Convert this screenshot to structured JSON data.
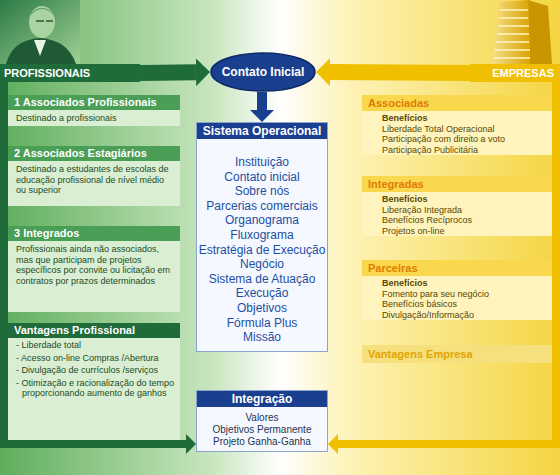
{
  "diagram": {
    "nodes": [
      {
        "text": [
          "PROFISSIONAIS"
        ]
      },
      {
        "text": [
          "Contato Inicial"
        ]
      },
      {
        "text": [
          "EMPRESAS"
        ]
      },
      {
        "text": [
          "1 Associados Profissionais",
          "Destinado a profissionais"
        ]
      },
      {
        "text": [
          "2 Associados Estagiários",
          "Destinado a estudantes de escolas de educação profissional de nível médio ou superior"
        ]
      },
      {
        "text": [
          "3 Integrados",
          "Profissionais ainda não associados, mas que participam de projetos específicos por convite ou licitação em contratos por prazos determinados"
        ]
      },
      {
        "text": [
          "Vantagens Profissional",
          "- Liberdade total",
          "- Acesso on-line Compras /Abertura",
          "- Divulgação de currículos /serviços",
          "- Otimização e racionalização do tempo proporcionando aumento de ganhos"
        ]
      },
      {
        "text": [
          "Sistema Operacional",
          "Instituição",
          "Contato inicial",
          "Sobre nós",
          "Parcerias comerciais",
          "Organograma",
          "Fluxograma",
          "Estratégia de Execução",
          "Negócio",
          "Sistema de Atuação",
          "Execução",
          "Objetivos",
          "Fórmula Plus",
          "Missão"
        ]
      },
      {
        "text": [
          "Associadas",
          "Benefícios",
          "Liberdade Total Operacional",
          "Participação com direito a voto",
          "Participação Publicitária"
        ]
      },
      {
        "text": [
          "Integradas",
          "Benefícios",
          "Liberação Integrada",
          "Benefícios Recíprocos",
          "Projetos on-line"
        ]
      },
      {
        "text": [
          "Parceiras",
          "Benefícios",
          "Fomento para seu negócio",
          "Benefícios básicos",
          "Divulgação/Informação"
        ]
      },
      {
        "text": [
          "Vantagens Empresa"
        ]
      },
      {
        "text": [
          "Integração",
          "Valores",
          "Objetivos Permanente",
          "Projeto Ganha-Ganha"
        ]
      }
    ],
    "edges": [
      {
        "from": 0,
        "to": 1,
        "arrow": "to"
      },
      {
        "from": 2,
        "to": 1,
        "arrow": "to"
      },
      {
        "from": 1,
        "to": 7,
        "arrow": "to"
      },
      {
        "from": 0,
        "to": 12,
        "arrow": "to"
      },
      {
        "from": 2,
        "to": 12,
        "arrow": "to"
      }
    ]
  }
}
